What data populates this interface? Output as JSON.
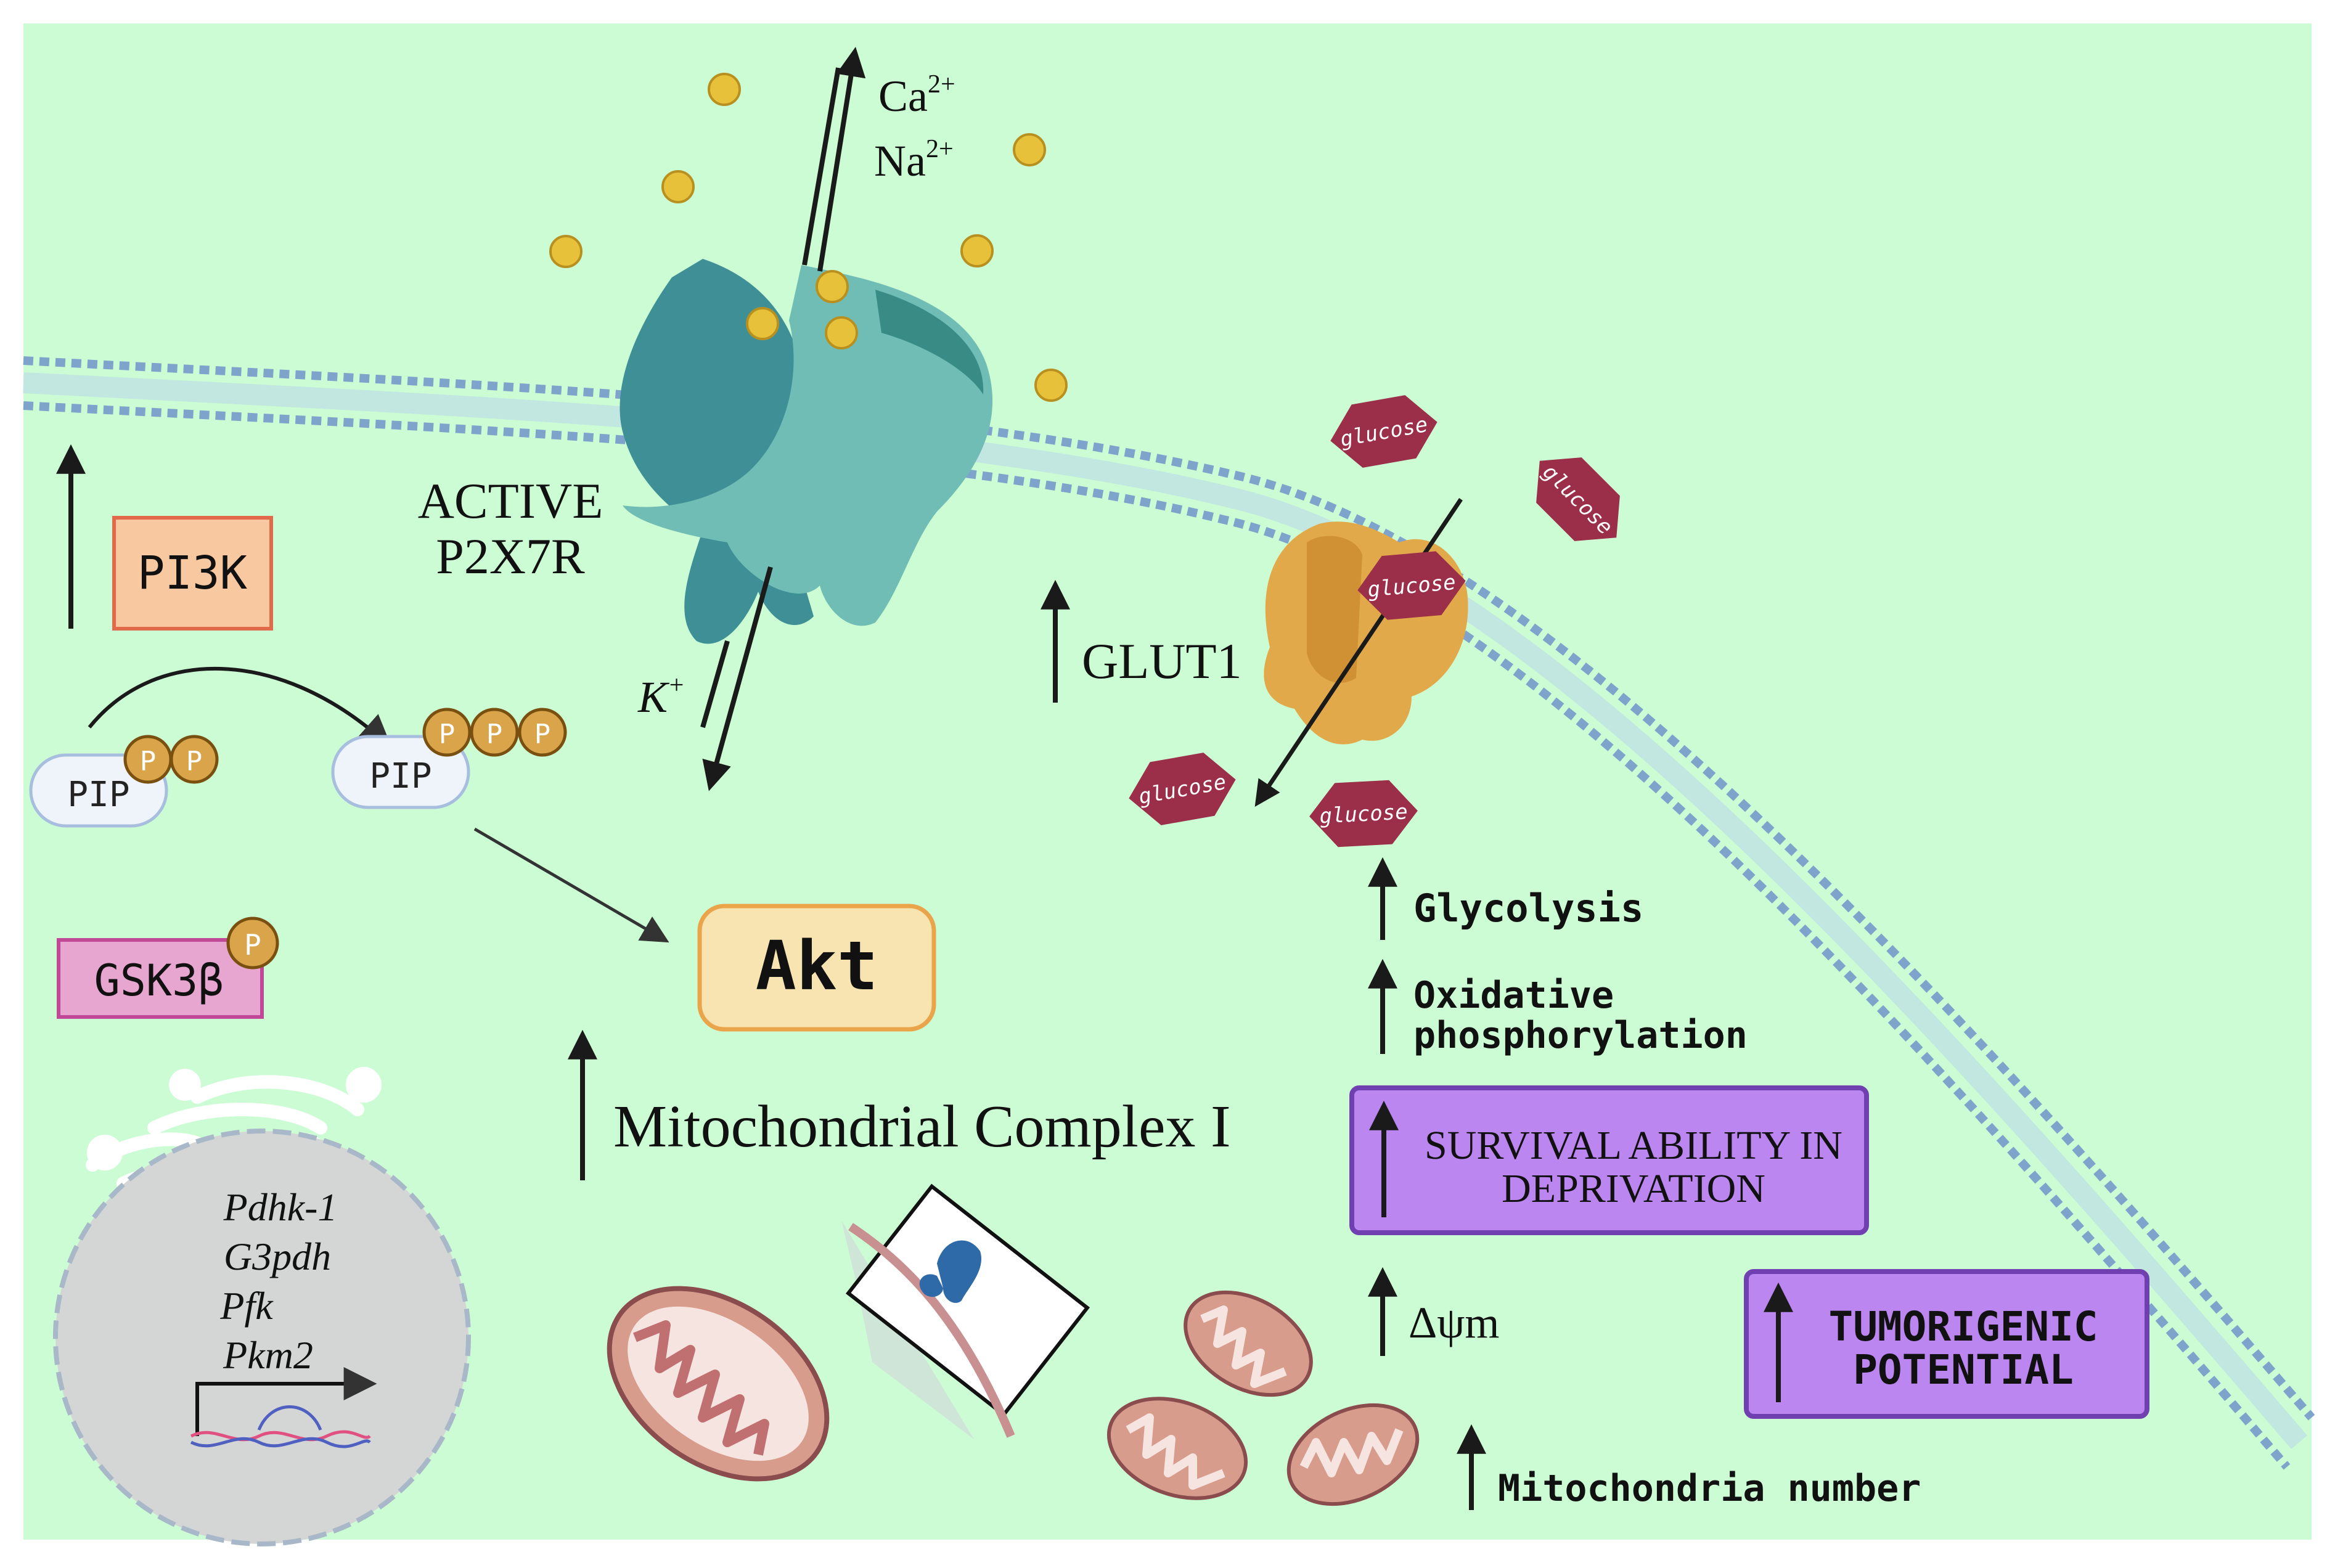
{
  "colors": {
    "background": "#ccfcd4",
    "membrane": "#7fa4cc",
    "receptor_dark": "#3e8f96",
    "receptor_light": "#6fbdb5",
    "atp_ball": "#e8c13a",
    "glucose": "#9b2e48",
    "glut1": "#e2a94a",
    "pi3k_fill": "#f8c8a0",
    "pi3k_border": "#e06a4a",
    "gsk_fill": "#e7a6d0",
    "gsk_border": "#c04896",
    "akt_fill": "#f7e4b0",
    "akt_border": "#eaa44a",
    "phospho": "#d9a44a",
    "purple_box": "#bb86ef",
    "purple_border": "#7040b0",
    "mito": "#d89c8c",
    "nucleus": "#d4d6d6"
  },
  "labels": {
    "ca": "Ca",
    "ca_sup": "2+",
    "na": "Na",
    "na_sup": "2+",
    "k": "K",
    "k_sup": "+",
    "active": "ACTIVE",
    "p2x7r": "P2X7R",
    "glut1": "GLUT1",
    "glucose": "glucose",
    "pi3k": "PI3K",
    "pip": "PIP",
    "p": "P",
    "gsk3b": "GSK3β",
    "akt": "Akt",
    "mito_complex": "Mitochondrial Complex I",
    "glycolysis": "Glycolysis",
    "oxphos_1": "Oxidative",
    "oxphos_2": "phosphorylation",
    "survival_1": "SURVIVAL ABILITY IN",
    "survival_2": "DEPRIVATION",
    "delta_psi": "Δψm",
    "tumor_1": "TUMORIGENIC",
    "tumor_2": "POTENTIAL",
    "mito_number": "Mitochondria number",
    "genes": [
      "Pdhk-1",
      "G3pdh",
      "Pfk",
      "Pkm2"
    ]
  }
}
